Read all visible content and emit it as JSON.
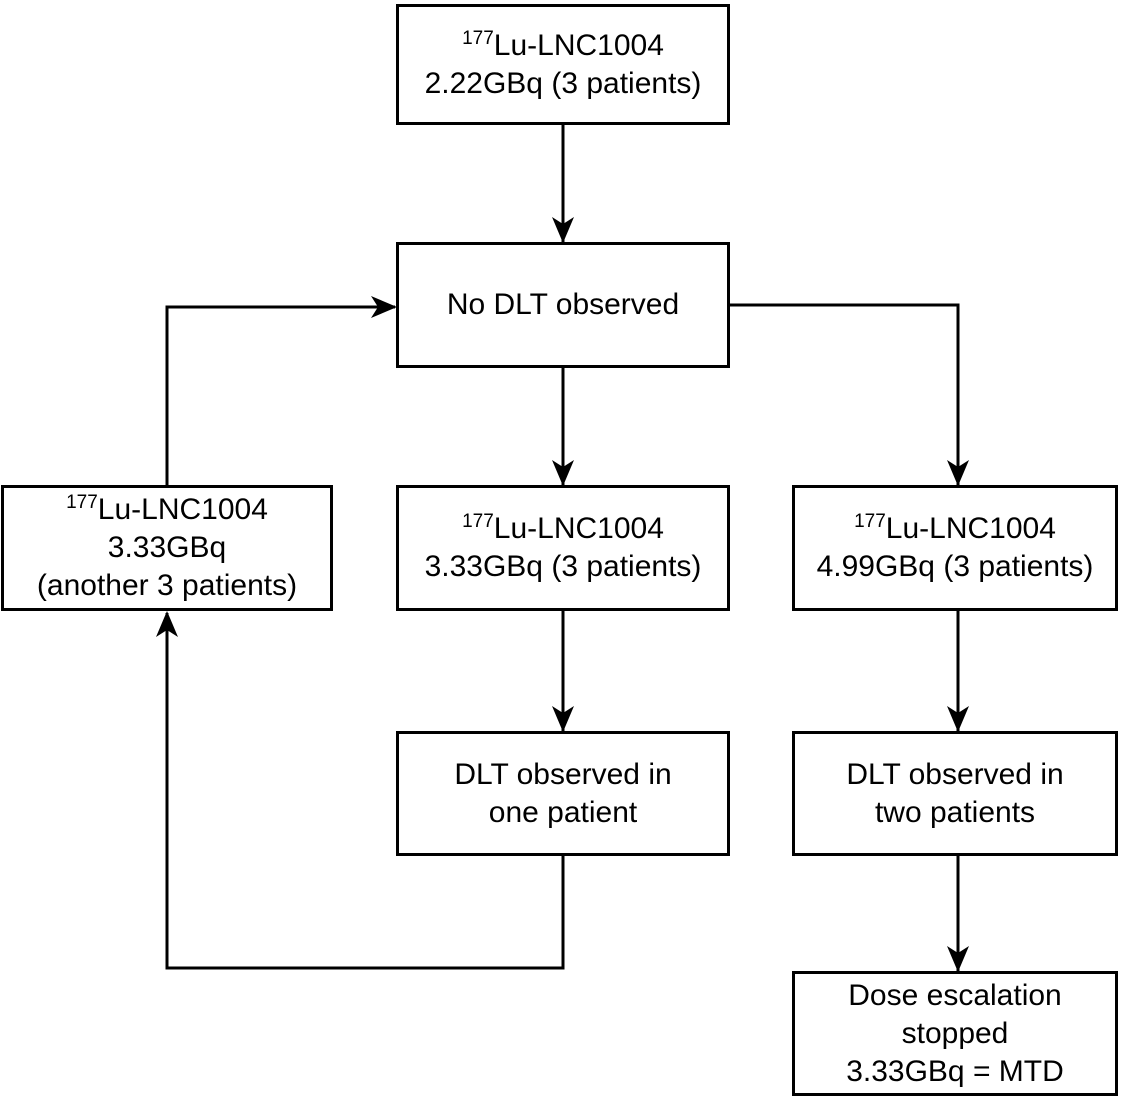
{
  "colors": {
    "background": "#ffffff",
    "box_fill": "#ffffff",
    "line": "#000000",
    "text": "#000000"
  },
  "boxes": {
    "cohort1": {
      "isotope": "177",
      "name": "Lu-LNC1004",
      "dose_line": "2.22GBq (3 patients)"
    },
    "no_dlt": {
      "text": "No DLT observed"
    },
    "expansion": {
      "isotope": "177",
      "name": "Lu-LNC1004",
      "dose_line": "3.33GBq",
      "note_line": "(another 3 patients)"
    },
    "cohort2": {
      "isotope": "177",
      "name": "Lu-LNC1004",
      "dose_line": "3.33GBq (3 patients)"
    },
    "cohort3": {
      "isotope": "177",
      "name": "Lu-LNC1004",
      "dose_line": "4.99GBq (3 patients)"
    },
    "dlt_one": {
      "line1": "DLT observed in",
      "line2": "one patient"
    },
    "dlt_two": {
      "line1": "DLT observed in",
      "line2": "two patients"
    },
    "mtd": {
      "line1": "Dose escalation",
      "line2": "stopped",
      "line3": "3.33GBq = MTD"
    }
  },
  "connections": [
    {
      "from": "cohort1",
      "to": "no_dlt"
    },
    {
      "from": "no_dlt",
      "to": "cohort2"
    },
    {
      "from": "no_dlt",
      "to": "cohort3"
    },
    {
      "from": "cohort2",
      "to": "dlt_one"
    },
    {
      "from": "cohort3",
      "to": "dlt_two"
    },
    {
      "from": "dlt_one",
      "to": "expansion"
    },
    {
      "from": "expansion",
      "to": "no_dlt"
    },
    {
      "from": "dlt_two",
      "to": "mtd"
    }
  ]
}
